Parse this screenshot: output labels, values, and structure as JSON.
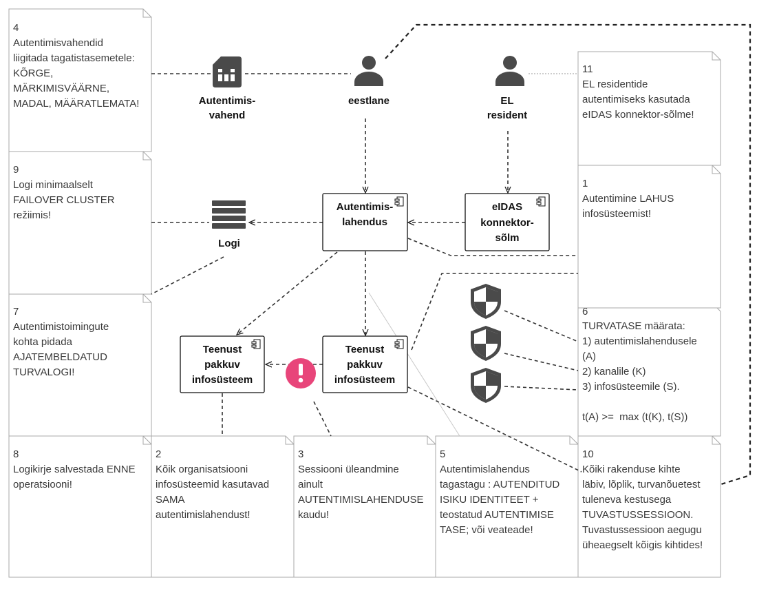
{
  "notes": {
    "n4": {
      "number": "4",
      "lines": [
        "Autentimisvahendid",
        "liigitada tagatistasemetele:",
        "KÕRGE,",
        "MÄRKIMISVÄÄRNE,",
        "MADAL, MÄÄRATLEMATA!"
      ]
    },
    "n9": {
      "number": "9",
      "lines": [
        "Logi minimaalselt",
        "FAILOVER CLUSTER",
        "režiimis!"
      ]
    },
    "n7": {
      "number": "7",
      "lines": [
        "Autentimistoimingute",
        "kohta pidada",
        "AJATEMBELDATUD",
        "TURVALOGI!"
      ]
    },
    "n8": {
      "number": "8",
      "lines": [
        "Logikirje salvestada ENNE",
        "operatsiooni!"
      ]
    },
    "n2": {
      "number": "2",
      "lines": [
        "Kõik organisatsiooni",
        "infosüsteemid kasutavad",
        "SAMA",
        "autentimislahendust!"
      ]
    },
    "n3": {
      "number": "3",
      "lines": [
        "Sessiooni üleandmine",
        "ainult",
        "AUTENTIMISLAHENDUSE",
        "kaudu!"
      ]
    },
    "n5": {
      "number": "5",
      "lines": [
        "Autentimislahendus",
        "tagastagu : AUTENDITUD",
        "ISIKU IDENTITEET +",
        "teostatud AUTENTIMISE",
        "TASE; või veateade!"
      ]
    },
    "n10": {
      "number": "10",
      "lines": [
        "Kõiki rakenduse kihte",
        "läbiv, lõplik, turvanõuetest",
        "tuleneva kestusega",
        "TUVASTUSSESSIOON.",
        "Tuvastussessioon aegugu",
        "üheaegselt kõigis kihtides!"
      ]
    },
    "n11": {
      "number": "11",
      "lines": [
        "EL residentide",
        "autentimiseks kasutada",
        "eIDAS konnektor-sõlme!"
      ]
    },
    "n1": {
      "number": "1",
      "lines": [
        "Autentimine LAHUS",
        "infosüsteemist!"
      ]
    },
    "n6": {
      "number": "6",
      "lines": [
        "TURVATASE määrata:",
        "1) autentimislahendusele",
        "(A)",
        "2) kanalile (K)",
        "3) infosüsteemile (S)."
      ],
      "formula": "t(A) >=  max (t(K), t(S))"
    }
  },
  "components": {
    "autentimislahendus": {
      "lines": [
        "Autentimis-",
        "lahendus"
      ]
    },
    "eidas": {
      "lines": [
        "eIDAS",
        "konnektor-",
        "sõlm"
      ]
    },
    "teenust_left": {
      "lines": [
        "Teenust",
        "pakkuv",
        "infosüsteem"
      ]
    },
    "teenust_right": {
      "lines": [
        "Teenust",
        "pakkuv",
        "infosüsteem"
      ]
    }
  },
  "actors": {
    "autentimisvahend": {
      "lines": [
        "Autentimis-",
        "vahend"
      ]
    },
    "eestlane": {
      "label": "eestlane"
    },
    "el_resident": {
      "lines": [
        "EL",
        "resident"
      ]
    },
    "logi": {
      "label": "Logi"
    }
  },
  "icons": {
    "autentimisvahend": "sim-card-icon",
    "eestlane": "person-icon",
    "el_resident": "person-icon",
    "logi": "log-stack-icon",
    "turvatase": [
      "shield-icon",
      "shield-icon",
      "shield-icon"
    ],
    "alert": "alert-icon",
    "component": "uml-component-icon"
  },
  "colors": {
    "connector": "#333333",
    "note_border": "#a8a8a8",
    "note_text": "#3a3a3a",
    "icon": "#4a4a4a",
    "alert": "#e8457a"
  }
}
